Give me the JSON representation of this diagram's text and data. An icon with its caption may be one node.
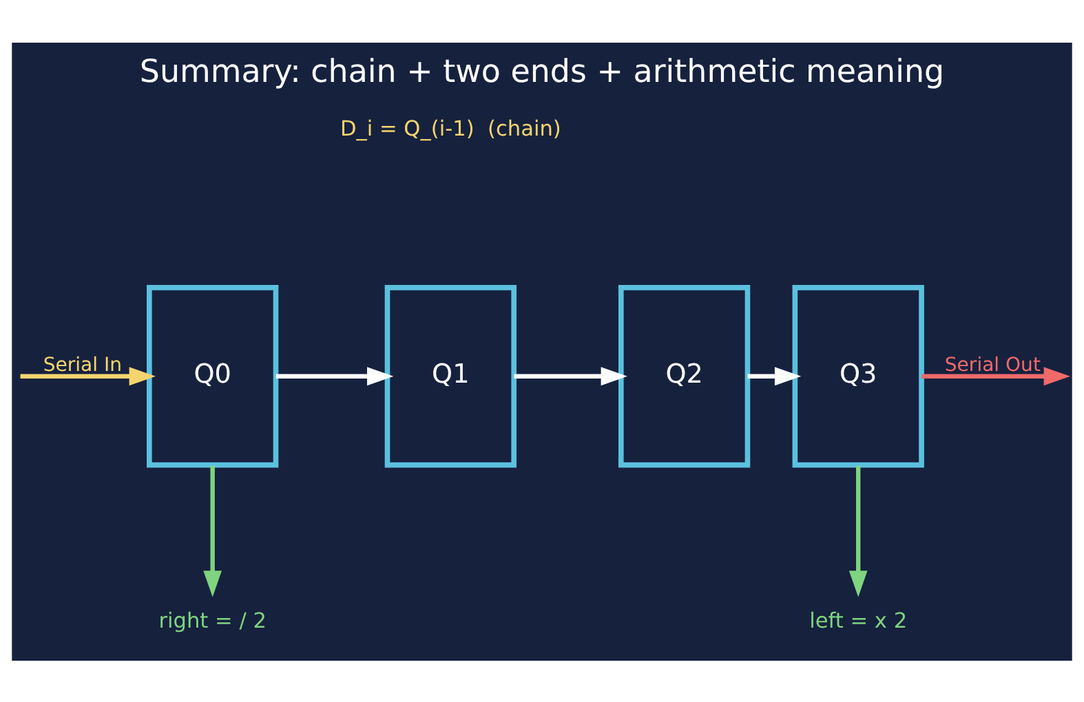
{
  "diagram": {
    "title": "Summary: chain + two ends + arithmetic meaning",
    "nodes": [
      {
        "text": [
          "Q0"
        ]
      },
      {
        "text": [
          "Q1"
        ]
      },
      {
        "text": [
          "Q2"
        ]
      },
      {
        "text": [
          "Q3"
        ]
      },
      {
        "text": [
          "right = / 2"
        ]
      },
      {
        "text": [
          "left = x 2"
        ]
      }
    ],
    "edges": [
      {
        "from": null,
        "to": 0,
        "arrow": "to",
        "label": "Serial In",
        "color": "#f5d56e"
      },
      {
        "from": 0,
        "to": 1,
        "arrow": "to"
      },
      {
        "from": 1,
        "to": 2,
        "arrow": "to"
      },
      {
        "from": 2,
        "to": 3,
        "arrow": "to"
      },
      {
        "from": 3,
        "to": null,
        "arrow": "to",
        "label": "Serial Out",
        "color": "#f06a6a"
      },
      {
        "from": 0,
        "to": 4,
        "arrow": "to",
        "color": "#7fd47f"
      },
      {
        "from": 3,
        "to": 5,
        "arrow": "to",
        "color": "#7fd47f"
      }
    ],
    "labels": [
      "D_i = Q_(i-1)  (chain)"
    ]
  }
}
